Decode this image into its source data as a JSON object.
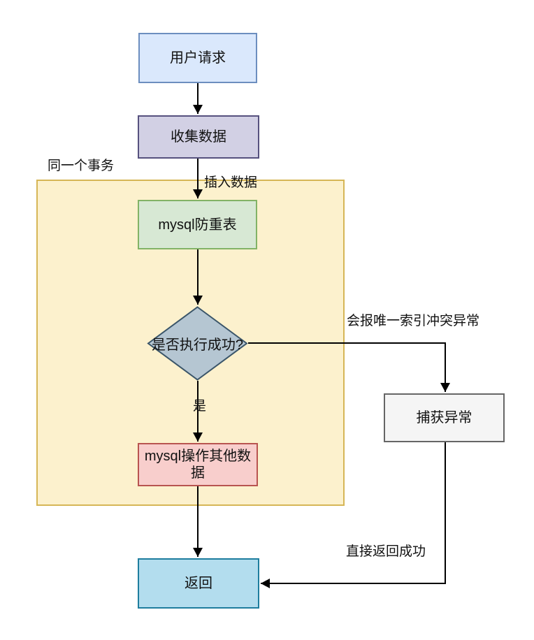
{
  "diagram": {
    "background": "#ffffff",
    "edge_color": "#000000",
    "text_color": "#111111",
    "group": {
      "label": "同一个事务",
      "fill": "#fcf1cd",
      "border": "#d6b656"
    },
    "nodes": {
      "user_request": {
        "label": "用户请求",
        "fill": "#dae8fc",
        "border": "#6c8ebf"
      },
      "collect_data": {
        "label": "收集数据",
        "fill": "#d2d0e4",
        "border": "#56517e"
      },
      "dedupe_table": {
        "label": "mysql防重表",
        "fill": "#d7e8d4",
        "border": "#82b366"
      },
      "decision": {
        "label": "是否执行成功?",
        "fill": "#b5c6d2",
        "border": "#3a5569"
      },
      "other_data": {
        "label": "mysql操作其他数据",
        "fill": "#f8cecc",
        "border": "#b85450"
      },
      "catch_exception": {
        "label": "捕获异常",
        "fill": "#f5f5f5",
        "border": "#666666"
      },
      "return_node": {
        "label": "返回",
        "fill": "#b3ddee",
        "border": "#1e7d9e"
      }
    },
    "edge_labels": {
      "insert_data": "插入数据",
      "yes": "是",
      "unique_conflict": "会报唯一索引冲突异常",
      "return_success": "直接返回成功"
    }
  }
}
